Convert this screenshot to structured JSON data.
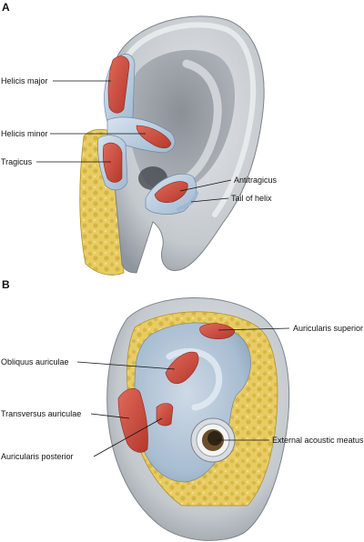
{
  "panels": {
    "a": {
      "letter": "A",
      "labels": {
        "helicis_major": "Helicis major",
        "helicis_minor": "Helicis minor",
        "tragicus": "Tragicus",
        "antitragicus": "Antitragicus",
        "tail_of_helix": "Tail of helix"
      }
    },
    "b": {
      "letter": "B",
      "labels": {
        "auricularis_superior": "Auricularis superior",
        "obliquus_auriculae": "Obliquus auriculae",
        "transversus_auriculae": "Transversus auriculae",
        "auricularis_posterior": "Auricularis posterior",
        "external_acoustic_meatus": "External acoustic meatus"
      }
    }
  },
  "colors": {
    "skin": "#c9cdd2",
    "skin_shadow": "#8f959c",
    "cartilage": "#b8cde0",
    "muscle": "#c8483a",
    "fat": "#e8cc62",
    "fat_spot": "#c9a93c"
  }
}
